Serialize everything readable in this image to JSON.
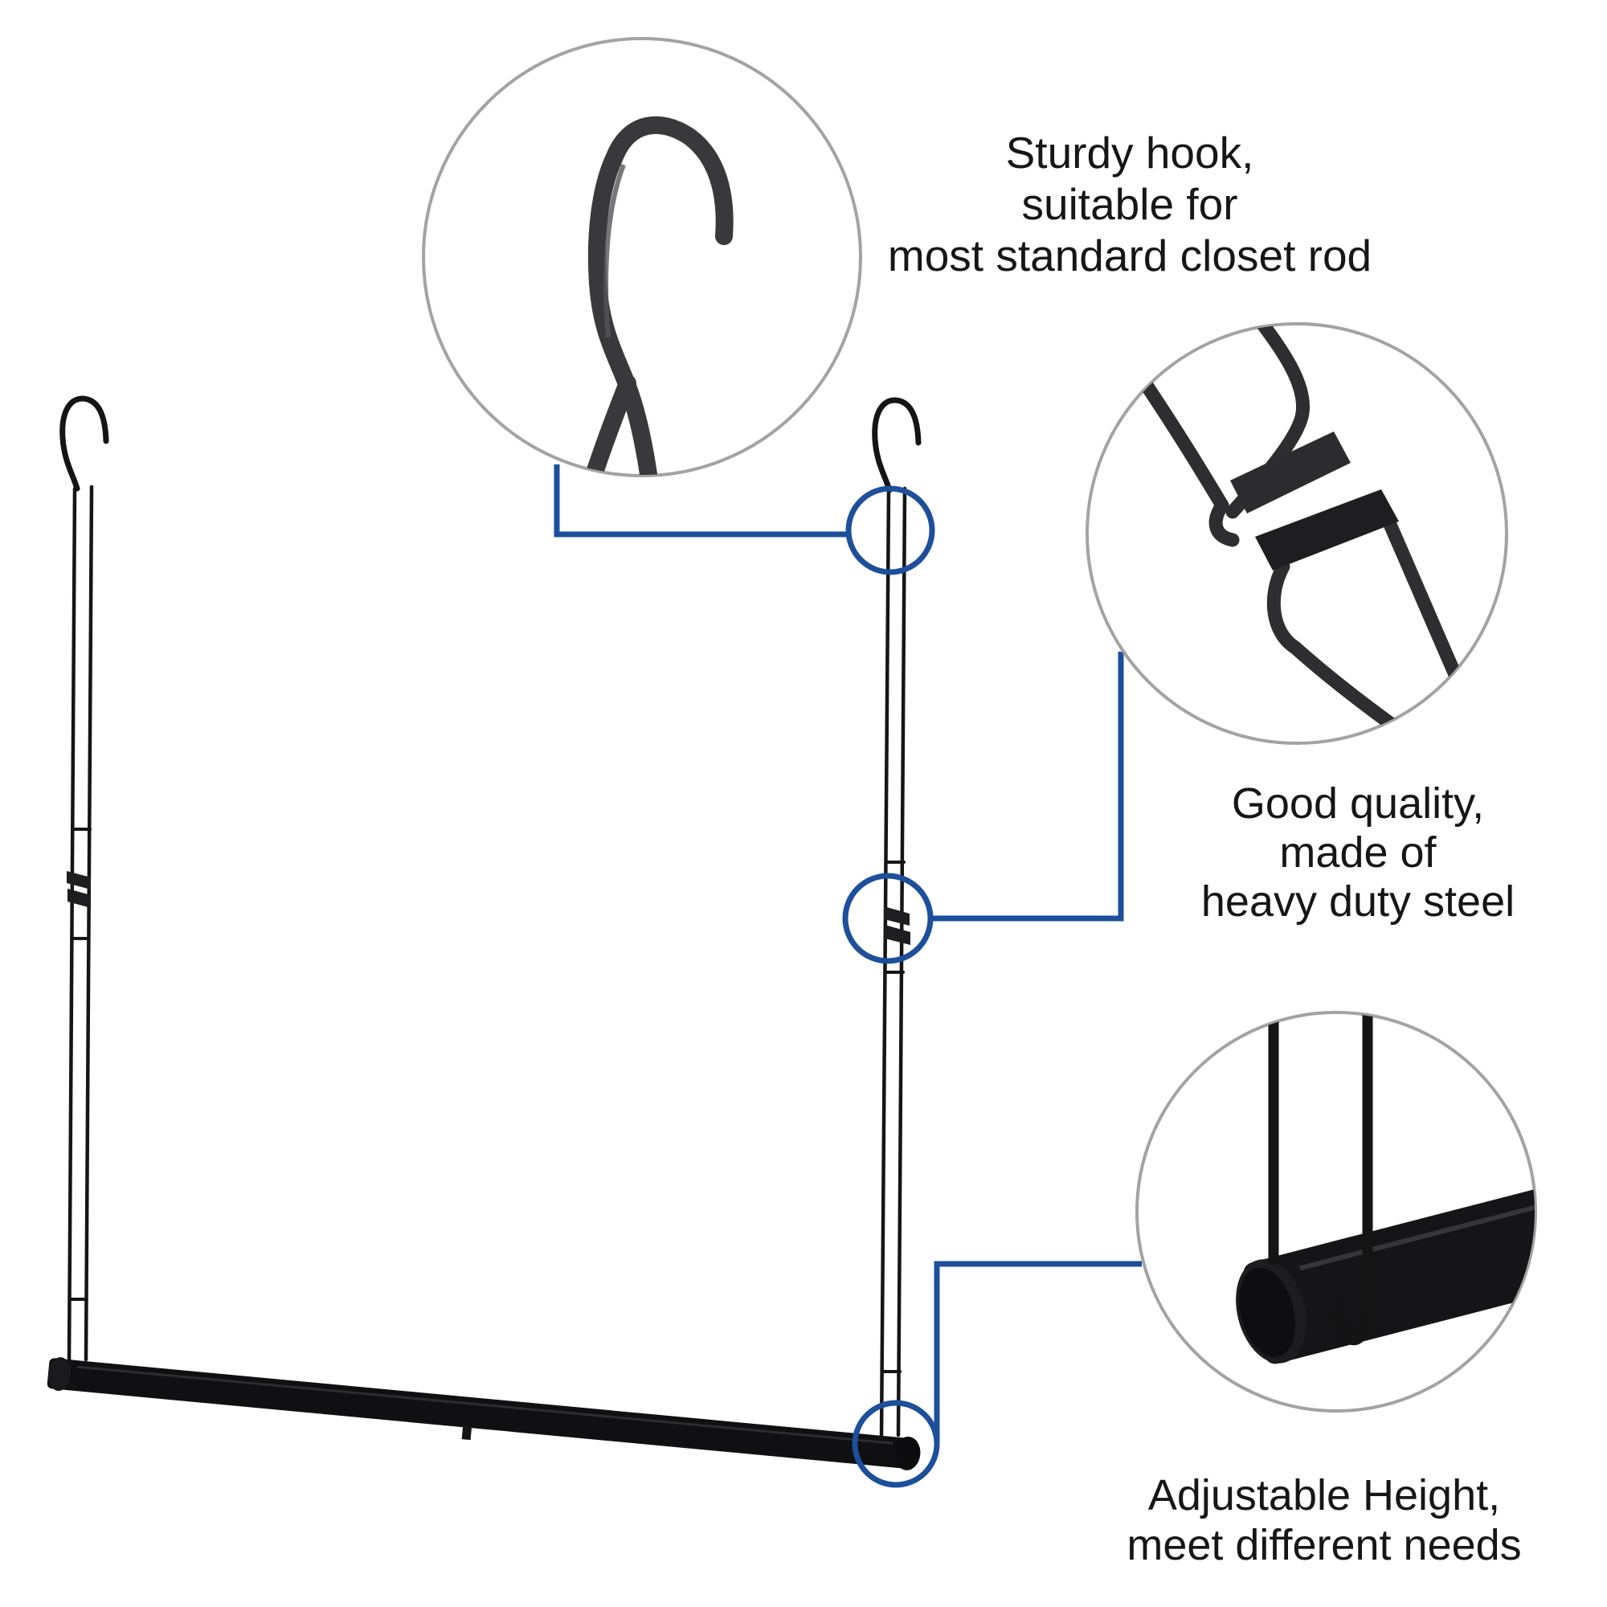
{
  "colors": {
    "accent_blue": "#1d4f9a",
    "callout_circle_gray": "#a3a3a3",
    "wire_black": "#151515",
    "detail_dark_gray": "#39393b"
  },
  "features": {
    "hook": {
      "lines": [
        "Sturdy hook,",
        "suitable for",
        "most standard closet rod"
      ]
    },
    "steel": {
      "lines": [
        "Good quality,",
        "made of",
        "heavy duty steel"
      ]
    },
    "height": {
      "lines": [
        "Adjustable Height,",
        "meet different needs"
      ]
    }
  }
}
